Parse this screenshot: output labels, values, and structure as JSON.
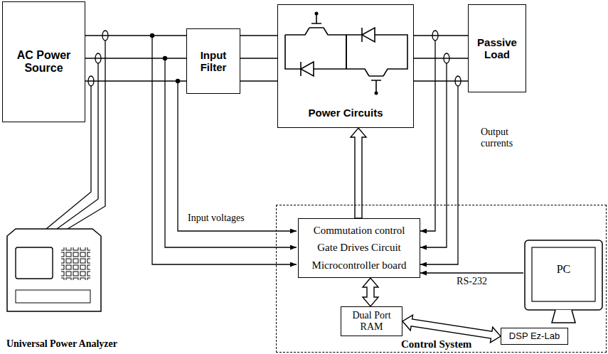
{
  "diagram": {
    "nodes": [
      {
        "text": [
          "AC Power Source"
        ]
      },
      {
        "text": [
          "Input Filter"
        ]
      },
      {
        "text": [
          "Power Circuits"
        ]
      },
      {
        "text": [
          "Passive Load"
        ]
      },
      {
        "text": [
          "Control System"
        ]
      },
      {
        "text": [
          "Commutation control",
          "Gate Drives Circuit",
          "Microcontroller board"
        ],
        "in": 4
      },
      {
        "text": [
          "Dual Port RAM"
        ],
        "in": 4
      },
      {
        "text": [
          "PC"
        ],
        "in": 4
      },
      {
        "text": [
          "DSP Ez-Lab"
        ],
        "in": 4
      },
      {
        "text": [
          "Universal Power Analyzer"
        ]
      }
    ],
    "edges": [
      {
        "from": 0,
        "to": 1,
        "arrow": "none"
      },
      {
        "from": 0,
        "to": 1,
        "arrow": "none"
      },
      {
        "from": 0,
        "to": 1,
        "arrow": "none"
      },
      {
        "from": 1,
        "to": 2,
        "arrow": "none"
      },
      {
        "from": 1,
        "to": 2,
        "arrow": "none"
      },
      {
        "from": 1,
        "to": 2,
        "arrow": "none"
      },
      {
        "from": 2,
        "to": 3,
        "arrow": "none"
      },
      {
        "from": 2,
        "to": 3,
        "arrow": "none"
      },
      {
        "from": 2,
        "to": 3,
        "arrow": "none"
      },
      {
        "from": 5,
        "to": 2,
        "arrow": "to"
      },
      {
        "from": 5,
        "to": 6,
        "arrow": "both"
      },
      {
        "from": 6,
        "to": 8,
        "arrow": "both"
      },
      {
        "from": 7,
        "to": 5,
        "label": "RS-232",
        "arrow": "to"
      }
    ],
    "labels": [
      "Input voltages",
      "Output currents"
    ]
  }
}
